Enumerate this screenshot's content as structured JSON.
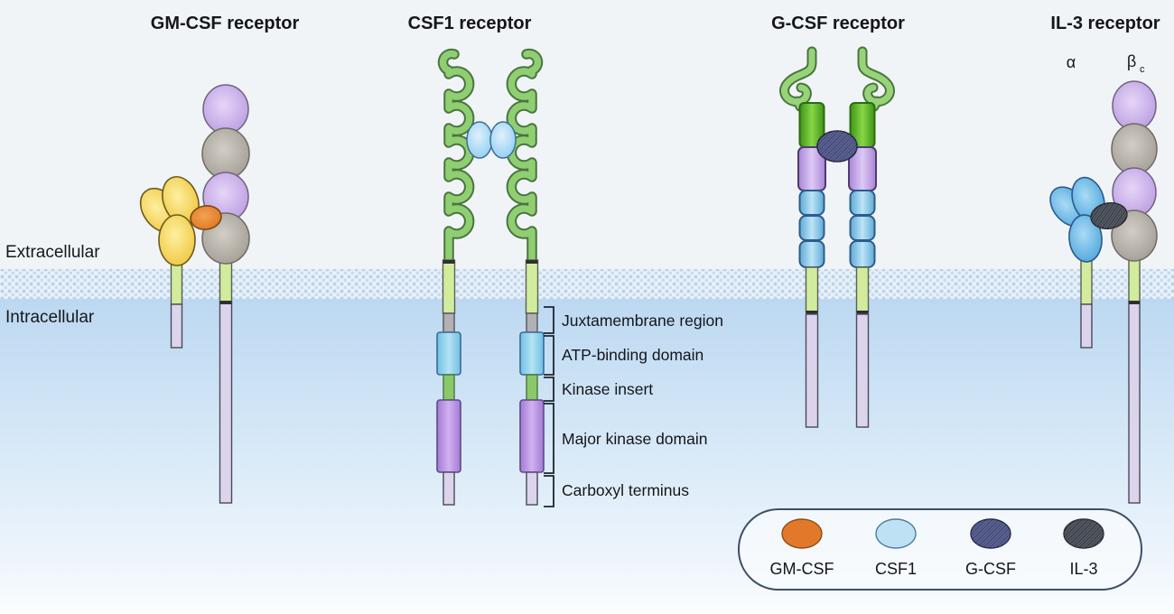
{
  "receptors": {
    "gmcsf": {
      "title": "GM-CSF receptor"
    },
    "csf1": {
      "title": "CSF1 receptor"
    },
    "gcsf": {
      "title": "G-CSF receptor"
    },
    "il3": {
      "title": "IL-3 receptor",
      "alpha_label": "α",
      "beta_label": "β",
      "beta_subscript": "c"
    }
  },
  "compartments": {
    "extracellular": "Extracellular",
    "intracellular": "Intracellular"
  },
  "intracellular_domain_labels": [
    "Juxtamembrane region",
    "ATP-binding domain",
    "Kinase insert",
    "Major kinase domain",
    "Carboxyl terminus"
  ],
  "legend": {
    "items": [
      {
        "label": "GM-CSF",
        "color": "#e2792a"
      },
      {
        "label": "CSF1",
        "color": "#bee2f4"
      },
      {
        "label": "G-CSF",
        "color": "#464c7c"
      },
      {
        "label": "IL-3",
        "color": "#3d4249"
      }
    ]
  },
  "colors": {
    "extracellular_bg": "#f1f4f6",
    "membrane_dot": "#b9d3ea",
    "intracellular_top": "#bed9f1",
    "csf1_chain_green": "#8fcf71",
    "transmembrane_green": "#d2ec9e",
    "intracellular_tail_lavender": "#dcd4ec",
    "alpha_chain_yellow": "#f5d656",
    "beta_chain_purple": "#c5a9e8",
    "beta_chain_gray": "#b2ada3",
    "il3_alpha_blue": "#6cb9e6",
    "gcsf_ig_green": "#57b02b",
    "gcsf_fn3_blue": "#7fc4e8",
    "atp_domain_blue": "#8ed1ec",
    "kinase_insert_green": "#8bc869",
    "major_kinase_purple": "#bd96e4",
    "juxtamembrane_gray": "#b2b0b4"
  }
}
